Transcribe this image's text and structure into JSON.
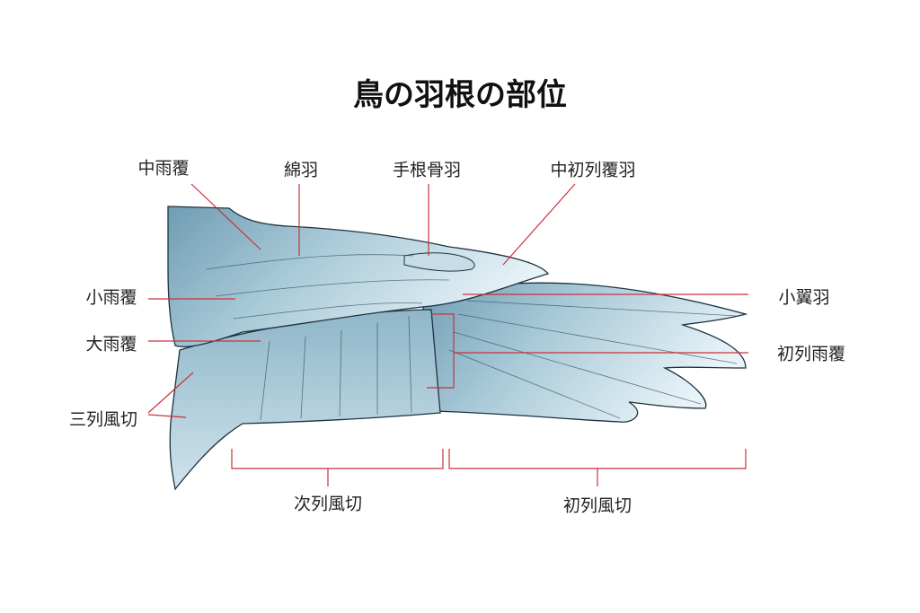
{
  "title": "鳥の羽根の部位",
  "colors": {
    "leader": "#c8323a",
    "bracket": "#c8323a",
    "wing_dark": "#7fa9bd",
    "wing_light": "#e6f2f7",
    "outline": "#1d3340"
  },
  "labels": {
    "median_coverts": "中雨覆",
    "down": "綿羽",
    "carpal_covert": "手根骨羽",
    "median_primary_coverts": "中初列覆羽",
    "lesser_coverts": "小雨覆",
    "alula": "小翼羽",
    "greater_coverts": "大雨覆",
    "primary_coverts": "初列雨覆",
    "tertials": "三列風切",
    "secondaries": "次列風切",
    "primaries": "初列風切"
  }
}
